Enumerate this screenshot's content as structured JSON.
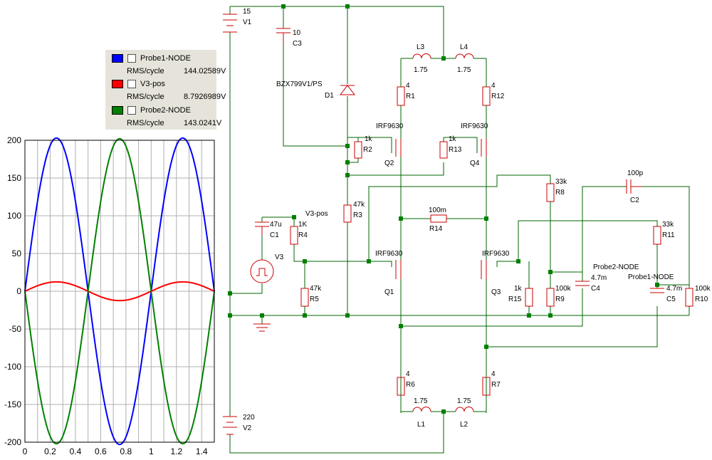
{
  "legend": [
    {
      "name": "Probe1-NODE",
      "color": "#0000ff",
      "rms_label": "RMS/cycle",
      "rms_value": "144.02589V"
    },
    {
      "name": "V3-pos",
      "color": "#ff0000",
      "rms_label": "RMS/cycle",
      "rms_value": "8.7926989V"
    },
    {
      "name": "Probe2-NODE",
      "color": "#008000",
      "rms_label": "RMS/cycle",
      "rms_value": "143.0241V"
    }
  ],
  "chart_data": {
    "type": "line",
    "x_range": [
      0,
      1.5
    ],
    "ylim": [
      -200,
      200
    ],
    "x_ticks": [
      "0",
      "0.2",
      "0.4",
      "0.6",
      "0.8",
      "1",
      "1.2",
      "1.4"
    ],
    "y_ticks": [
      "200",
      "150",
      "100",
      "50",
      "0",
      "-50",
      "-100",
      "-150",
      "-200"
    ],
    "grid": true,
    "series": [
      {
        "name": "Probe1-NODE",
        "color": "#0000ff",
        "x": [
          0,
          0.125,
          0.25,
          0.375,
          0.5,
          0.625,
          0.75,
          0.875,
          1,
          1.125,
          1.25,
          1.375,
          1.5
        ],
        "y": [
          0,
          144,
          203,
          144,
          0,
          -144,
          -203,
          -144,
          0,
          144,
          203,
          144,
          0
        ]
      },
      {
        "name": "V3-pos",
        "color": "#ff0000",
        "x": [
          0,
          0.125,
          0.25,
          0.375,
          0.5,
          0.625,
          0.75,
          0.875,
          1,
          1.125,
          1.25,
          1.375,
          1.5
        ],
        "y": [
          0,
          9,
          12.4,
          9,
          0,
          -9,
          -12.4,
          -9,
          0,
          9,
          12.4,
          9,
          0
        ]
      },
      {
        "name": "Probe2-NODE",
        "color": "#008000",
        "x": [
          0,
          0.125,
          0.25,
          0.375,
          0.5,
          0.625,
          0.75,
          0.875,
          1,
          1.125,
          1.25,
          1.375,
          1.5
        ],
        "y": [
          0,
          -143,
          -202,
          -143,
          0,
          143,
          202,
          143,
          0,
          -143,
          -202,
          -143,
          0
        ]
      }
    ]
  },
  "schematic": {
    "V1": {
      "name": "V1",
      "value": "15"
    },
    "V2": {
      "name": "V2",
      "value": "220"
    },
    "V3": {
      "name": "V3"
    },
    "C3": {
      "name": "C3",
      "value": "10"
    },
    "C1": {
      "name": "C1",
      "value": "47u"
    },
    "C2": {
      "name": "C2",
      "value": "100p"
    },
    "C4": {
      "name": "C4",
      "value": "4.7m"
    },
    "C5": {
      "name": "C5",
      "value": "4.7m"
    },
    "D1": {
      "name": "D1",
      "value": "BZX799V1/PS"
    },
    "L1": {
      "name": "L1",
      "value": "1.75"
    },
    "L2": {
      "name": "L2",
      "value": "1.75"
    },
    "L3": {
      "name": "L3",
      "value": "1.75"
    },
    "L4": {
      "name": "L4",
      "value": "1.75"
    },
    "R1": {
      "name": "R1",
      "value": "4"
    },
    "R2": {
      "name": "R2",
      "value": "1k"
    },
    "R3": {
      "name": "R3",
      "value": "47k"
    },
    "R4": {
      "name": "R4",
      "value": "1K"
    },
    "R5": {
      "name": "R5",
      "value": "47k"
    },
    "R6": {
      "name": "R6",
      "value": "4"
    },
    "R7": {
      "name": "R7",
      "value": "4"
    },
    "R8": {
      "name": "R8",
      "value": "33k"
    },
    "R9": {
      "name": "R9",
      "value": "100k"
    },
    "R10": {
      "name": "R10",
      "value": "100k"
    },
    "R11": {
      "name": "R11",
      "value": "33k"
    },
    "R12": {
      "name": "R12",
      "value": "4"
    },
    "R13": {
      "name": "R13",
      "value": "1k"
    },
    "R14": {
      "name": "R14",
      "value": "100m"
    },
    "R15": {
      "name": "R15",
      "value": "1k"
    },
    "Q1": {
      "name": "Q1",
      "value": "IRF9630"
    },
    "Q2": {
      "name": "Q2",
      "value": "IRF9630"
    },
    "Q3": {
      "name": "Q3",
      "value": "IRF9630"
    },
    "Q4": {
      "name": "Q4",
      "value": "IRF9630"
    },
    "probe_v3": "V3-pos",
    "probe1": "Probe1-NODE",
    "probe2": "Probe2-NODE"
  }
}
